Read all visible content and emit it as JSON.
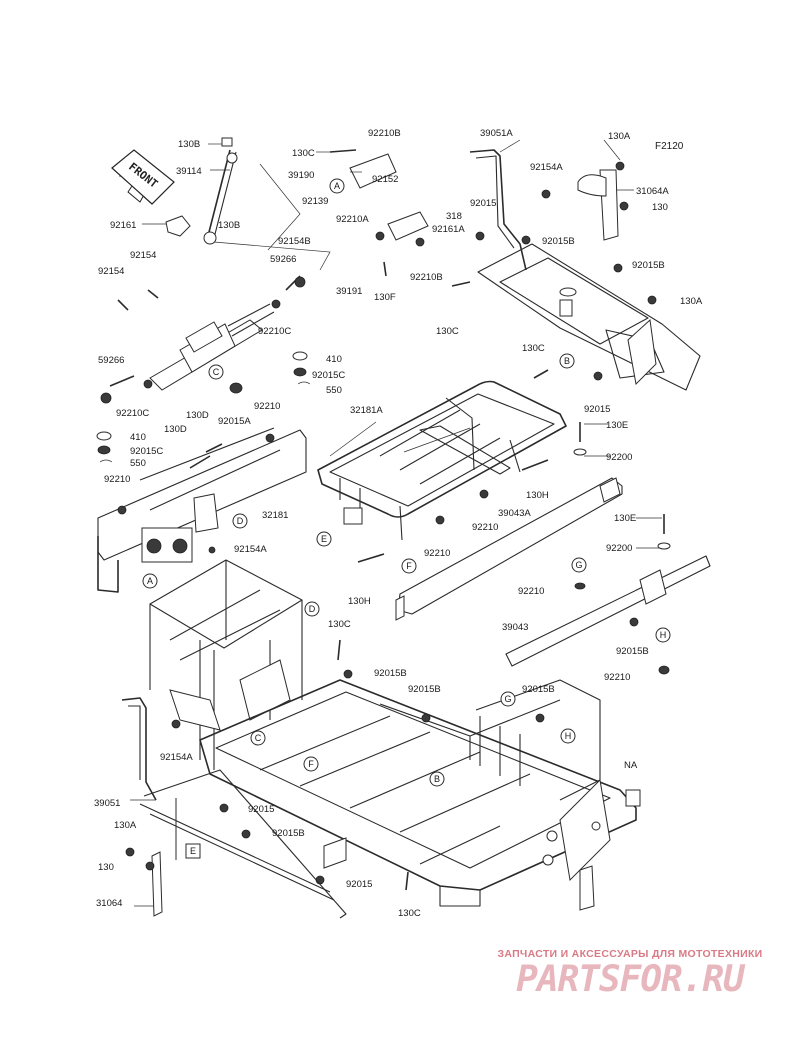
{
  "figure_code": "F2120",
  "front_marker": "FRONT",
  "part_labels": [
    {
      "text": "130B"
    },
    {
      "text": "39114"
    },
    {
      "text": "92161"
    },
    {
      "text": "130B"
    },
    {
      "text": "92154"
    },
    {
      "text": "92154"
    },
    {
      "text": "59266"
    },
    {
      "text": "39191"
    },
    {
      "text": "92210C"
    },
    {
      "text": "410"
    },
    {
      "text": "92015C"
    },
    {
      "text": "550"
    },
    {
      "text": "59266"
    },
    {
      "text": "92210C"
    },
    {
      "text": "410"
    },
    {
      "text": "92015C"
    },
    {
      "text": "550"
    },
    {
      "text": "92015A"
    },
    {
      "text": "92210"
    },
    {
      "text": "130D"
    },
    {
      "text": "130D"
    },
    {
      "text": "92210"
    },
    {
      "text": "32181"
    },
    {
      "text": "92154A"
    },
    {
      "text": "130C"
    },
    {
      "text": "92210B"
    },
    {
      "text": "39190"
    },
    {
      "text": "92152"
    },
    {
      "text": "92139"
    },
    {
      "text": "92154B"
    },
    {
      "text": "92210A"
    },
    {
      "text": "318"
    },
    {
      "text": "92161A"
    },
    {
      "text": "92210B"
    },
    {
      "text": "130F"
    },
    {
      "text": "39051A"
    },
    {
      "text": "92154A"
    },
    {
      "text": "92015"
    },
    {
      "text": "92015B"
    },
    {
      "text": "130C"
    },
    {
      "text": "130A"
    },
    {
      "text": "31064A"
    },
    {
      "text": "130"
    },
    {
      "text": "92015B"
    },
    {
      "text": "130A"
    },
    {
      "text": "130C"
    },
    {
      "text": "92015"
    },
    {
      "text": "32181A"
    },
    {
      "text": "130E"
    },
    {
      "text": "92200"
    },
    {
      "text": "130H"
    },
    {
      "text": "39043A"
    },
    {
      "text": "92210"
    },
    {
      "text": "92210"
    },
    {
      "text": "130H"
    },
    {
      "text": "130E"
    },
    {
      "text": "92200"
    },
    {
      "text": "92210"
    },
    {
      "text": "39043"
    },
    {
      "text": "92015B"
    },
    {
      "text": "92210"
    },
    {
      "text": "130C"
    },
    {
      "text": "92015B"
    },
    {
      "text": "92015B"
    },
    {
      "text": "92015B"
    },
    {
      "text": "NA"
    },
    {
      "text": "92154A"
    },
    {
      "text": "39051"
    },
    {
      "text": "92015"
    },
    {
      "text": "130A"
    },
    {
      "text": "92015B"
    },
    {
      "text": "130"
    },
    {
      "text": "31064"
    },
    {
      "text": "92015"
    },
    {
      "text": "130C"
    }
  ],
  "ref_markers": [
    {
      "letter": "A"
    },
    {
      "letter": "A"
    },
    {
      "letter": "B"
    },
    {
      "letter": "B"
    },
    {
      "letter": "C"
    },
    {
      "letter": "C"
    },
    {
      "letter": "D"
    },
    {
      "letter": "D"
    },
    {
      "letter": "E"
    },
    {
      "letter": "E"
    },
    {
      "letter": "F"
    },
    {
      "letter": "F"
    },
    {
      "letter": "G"
    },
    {
      "letter": "G"
    },
    {
      "letter": "H"
    },
    {
      "letter": "H"
    }
  ],
  "watermark": {
    "tagline": "ЗАПЧАСТИ И АКСЕССУАРЫ ДЛЯ МОТОТЕХНИКИ",
    "logo": "PARTSFOR.RU",
    "tagline_color": "#d87a86",
    "logo_color": "#e8b7be"
  }
}
